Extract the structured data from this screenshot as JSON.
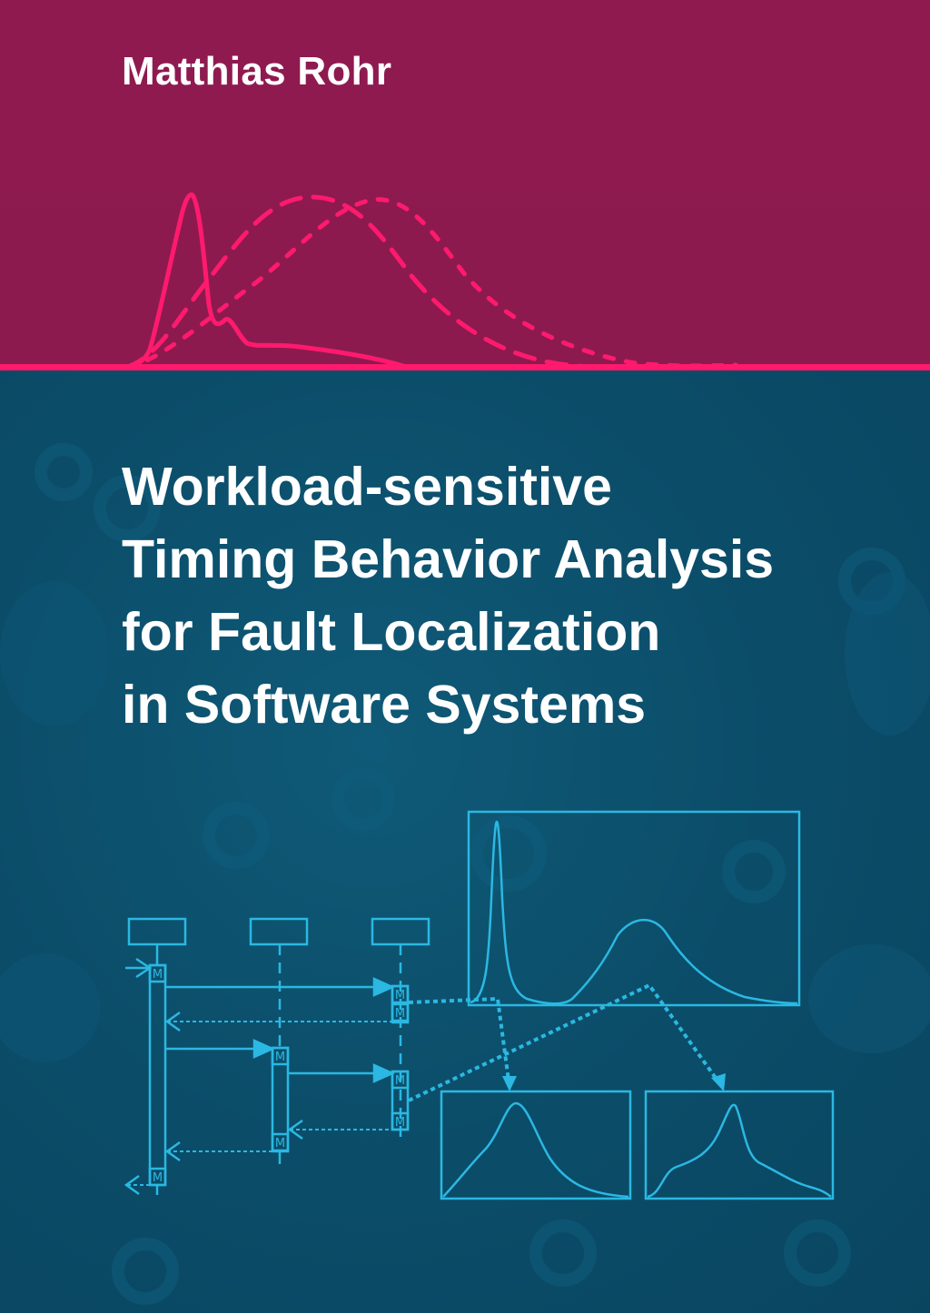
{
  "cover": {
    "author": "Matthias Rohr",
    "title_lines": [
      "Workload-sensitive",
      "Timing Behavior Analysis",
      "for Fault Localization",
      "in Software Systems"
    ],
    "diagram_marker": "M"
  },
  "colors": {
    "top_band": "#8e1a4f",
    "accent_pink": "#ff1a6e",
    "bottom_band": "#0b4a64",
    "accent_cyan": "#2bb8e2"
  }
}
